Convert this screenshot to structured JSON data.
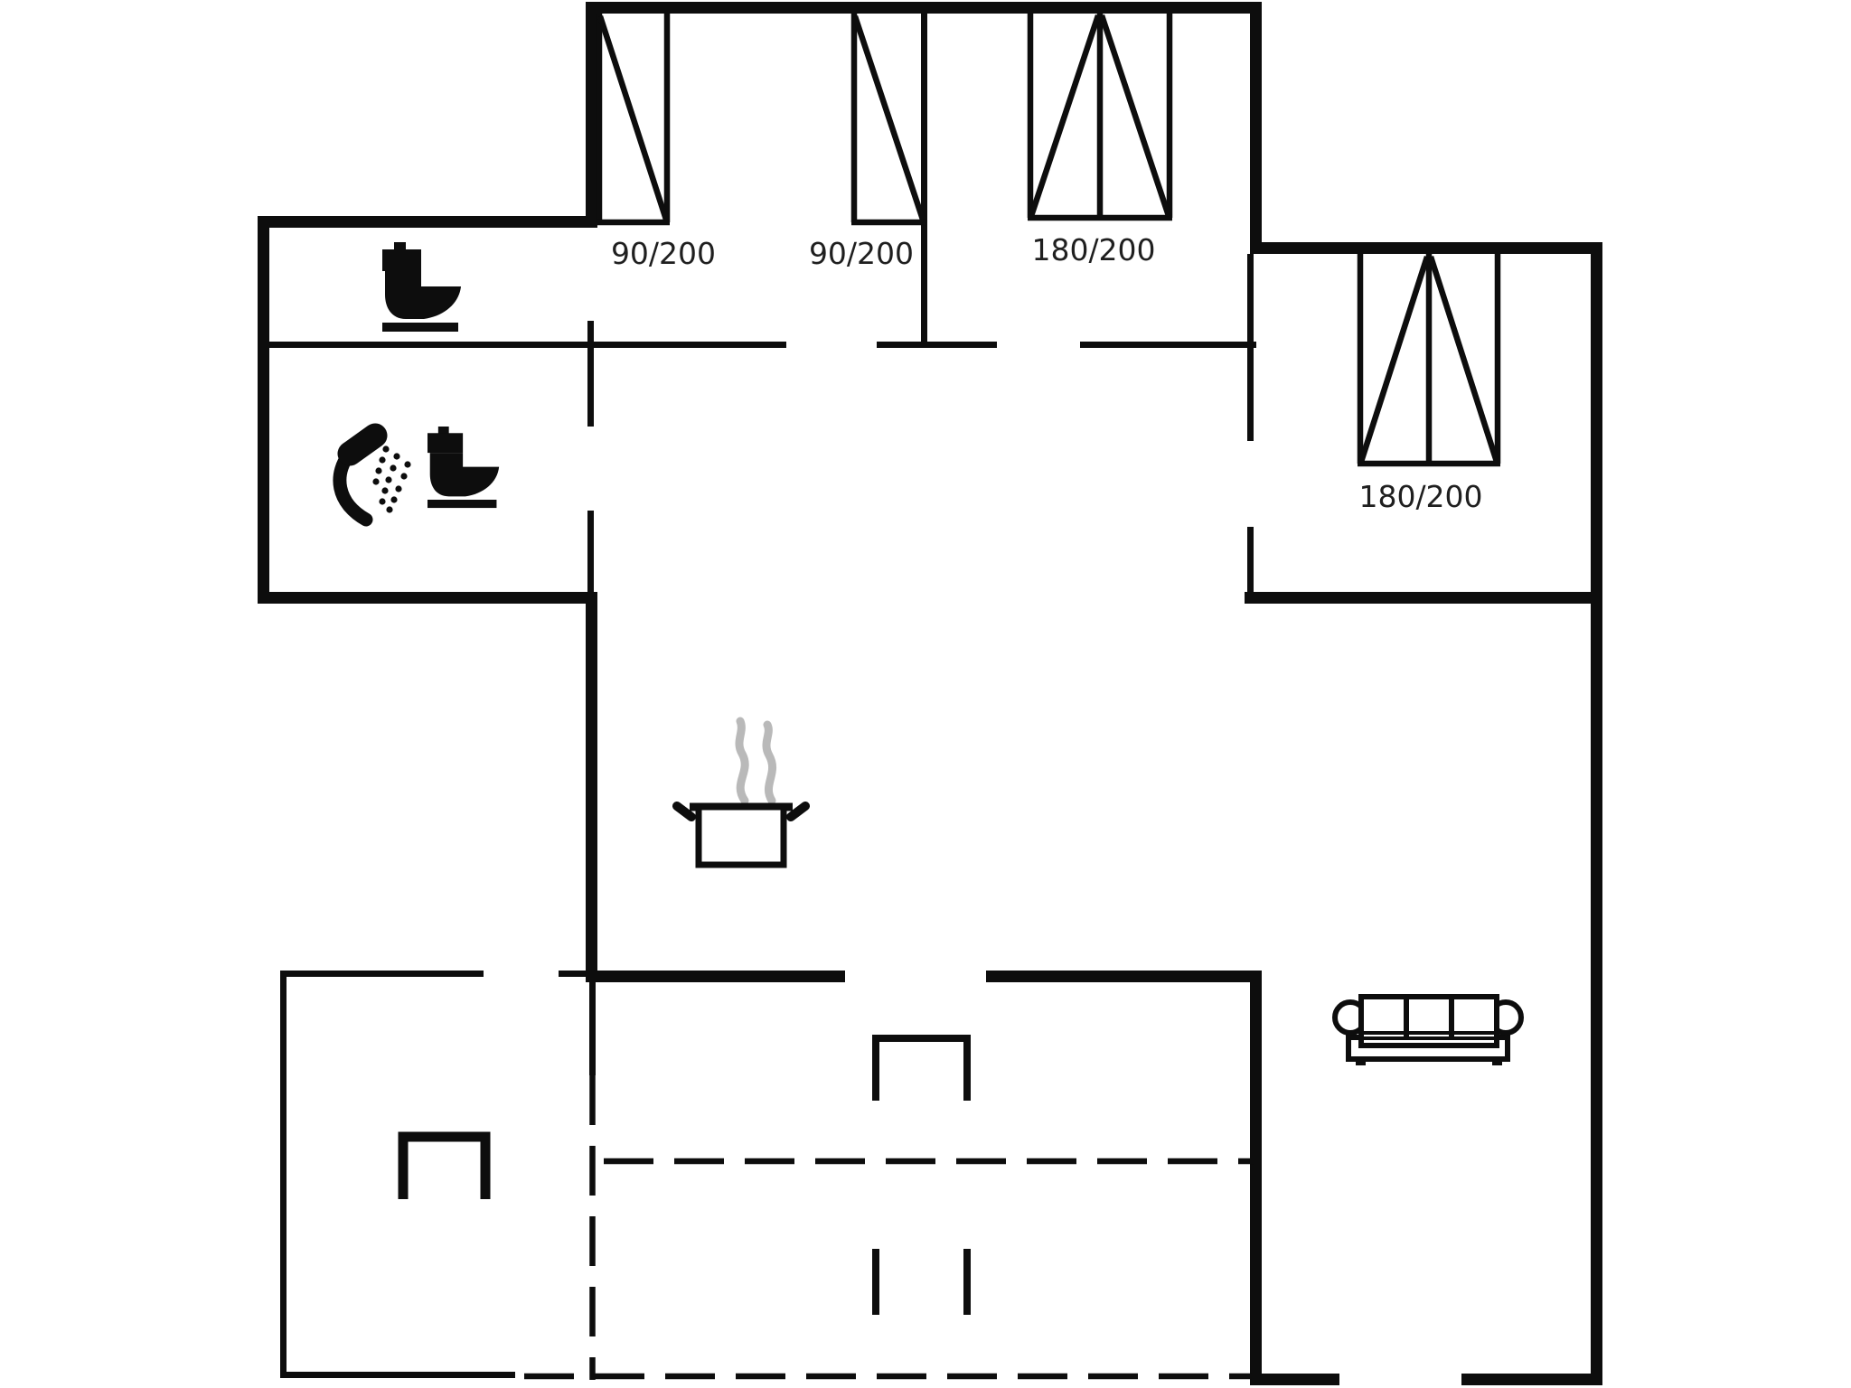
{
  "floorplan": {
    "type": "house-floor-plan",
    "background_color": "#ffffff",
    "line_color": "#0d0d0d",
    "steam_color": "#b9b9b9",
    "labels": {
      "window_top_left": "90/200",
      "window_top_mid": "90/200",
      "window_top_right": "180/200",
      "window_wing": "180/200"
    },
    "fixtures": [
      "toilet-icon",
      "shower-icon",
      "toilet-icon",
      "cooking-pot-icon",
      "steam-icon",
      "sofa-icon",
      "dining-table-icon",
      "chair-icon"
    ]
  }
}
